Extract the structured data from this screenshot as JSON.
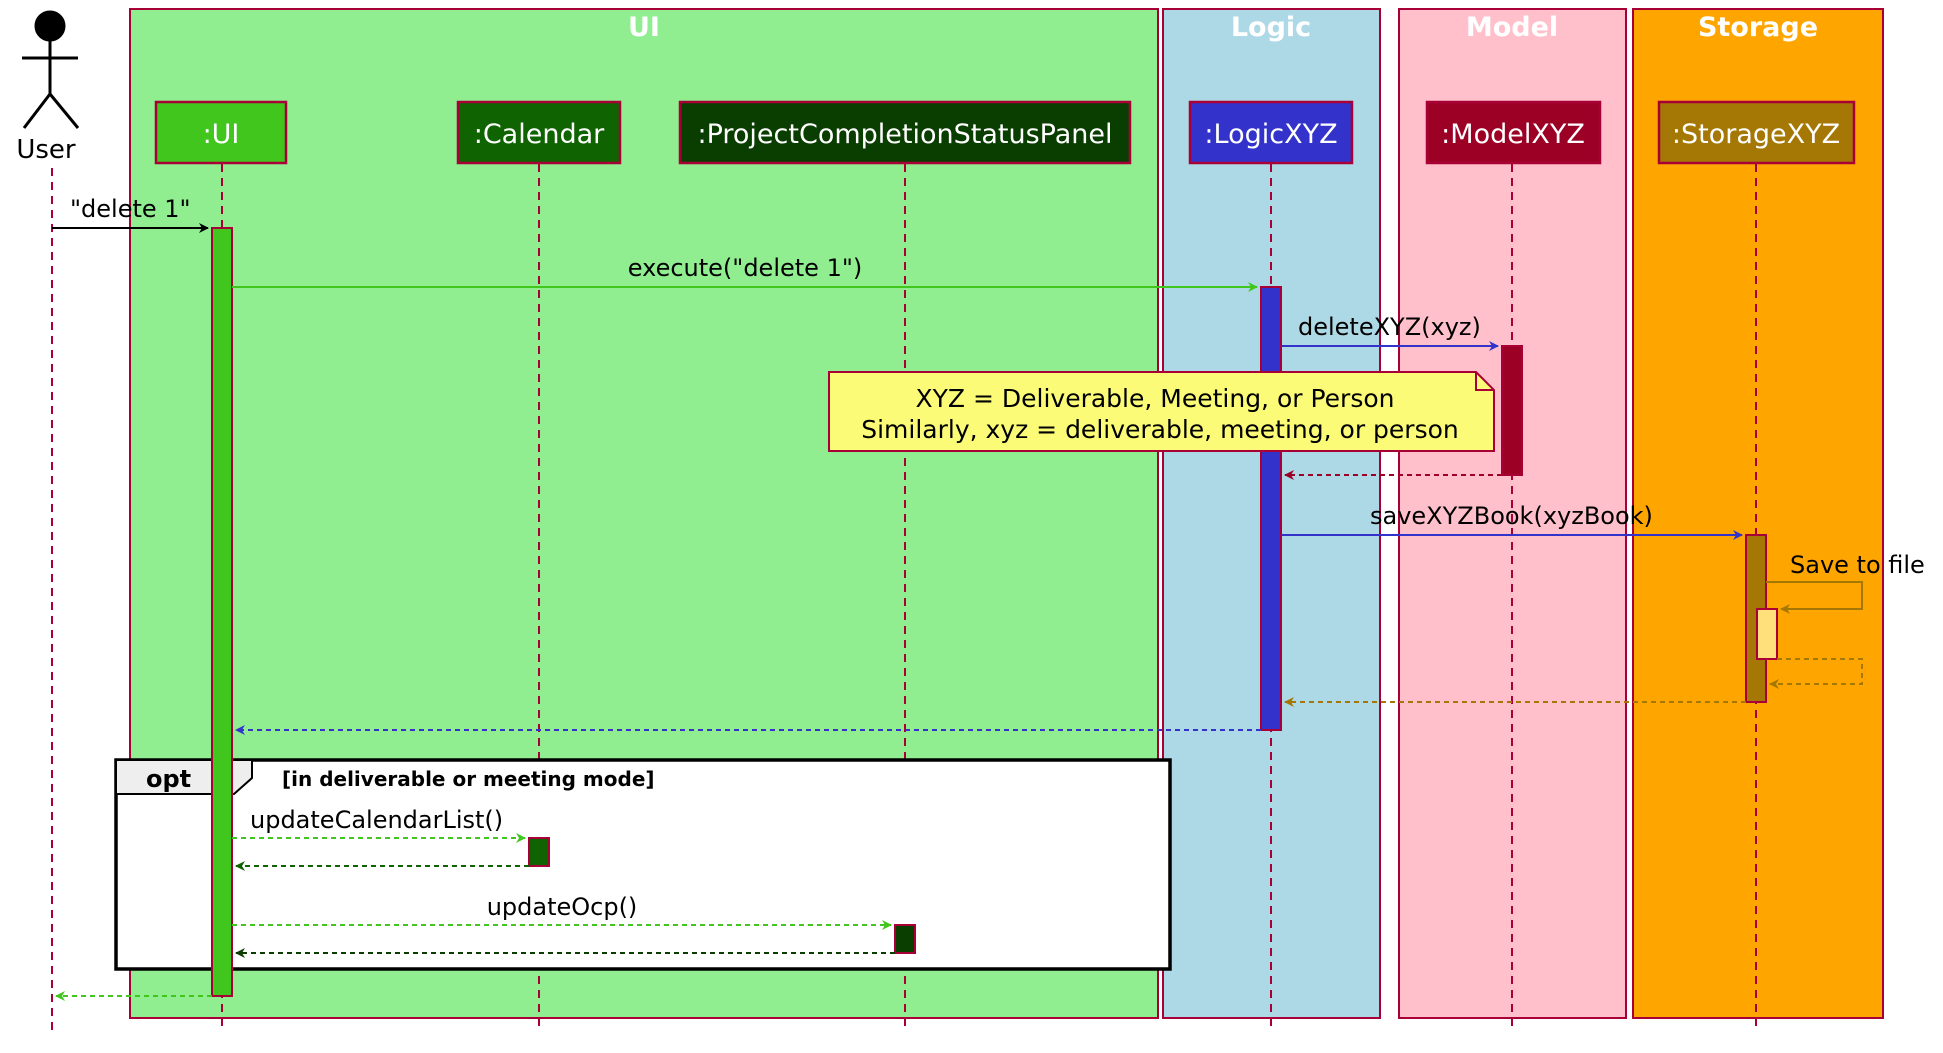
{
  "groups": [
    {
      "id": "ui",
      "title": "UI",
      "fill": "#90ee90"
    },
    {
      "id": "logic",
      "title": "Logic",
      "fill": "#add8e6"
    },
    {
      "id": "model",
      "title": "Model",
      "fill": "#ffc0cb"
    },
    {
      "id": "storage",
      "title": "Storage",
      "fill": "#ffa500"
    }
  ],
  "actor": {
    "label": "User"
  },
  "participants": [
    {
      "id": "ui",
      "label": ":UI",
      "fill": "#41c61d"
    },
    {
      "id": "calendar",
      "label": ":Calendar",
      "fill": "#0f6300"
    },
    {
      "id": "pcsp",
      "label": ":ProjectCompletionStatusPanel",
      "fill": "#0a3d00"
    },
    {
      "id": "logic",
      "label": ":LogicXYZ",
      "fill": "#3333cc"
    },
    {
      "id": "model",
      "label": ":ModelXYZ",
      "fill": "#9d0025"
    },
    {
      "id": "storage",
      "label": ":StorageXYZ",
      "fill": "#a57805"
    }
  ],
  "messages": [
    {
      "id": "m1",
      "label": "\"delete 1\"",
      "color": "#000000",
      "style": "solid"
    },
    {
      "id": "m2",
      "label": "execute(\"delete 1\")",
      "color": "#41c61d",
      "style": "solid"
    },
    {
      "id": "m3",
      "label": "deleteXYZ(xyz)",
      "color": "#3333cc",
      "style": "solid"
    },
    {
      "id": "m4",
      "label": "",
      "color": "#9d0025",
      "style": "dashed"
    },
    {
      "id": "m5",
      "label": "saveXYZBook(xyzBook)",
      "color": "#3333cc",
      "style": "solid"
    },
    {
      "id": "m6",
      "label": "Save to file",
      "color": "#a57805",
      "style": "solid"
    },
    {
      "id": "m7",
      "label": "",
      "color": "#a57805",
      "style": "dashed"
    },
    {
      "id": "m8",
      "label": "",
      "color": "#a57805",
      "style": "dashed"
    },
    {
      "id": "m9",
      "label": "",
      "color": "#3333cc",
      "style": "dashed"
    },
    {
      "id": "m10",
      "label": "updateCalendarList()",
      "color": "#41c61d",
      "style": "dashed"
    },
    {
      "id": "m11",
      "label": "",
      "color": "#0f6300",
      "style": "dashed"
    },
    {
      "id": "m12",
      "label": "updateOcp()",
      "color": "#41c61d",
      "style": "dashed"
    },
    {
      "id": "m13",
      "label": "",
      "color": "#0a3d00",
      "style": "dashed"
    },
    {
      "id": "m14",
      "label": "",
      "color": "#41c61d",
      "style": "dashed"
    }
  ],
  "note": {
    "lines": [
      "XYZ = Deliverable, Meeting, or Person",
      "Similarly, xyz = deliverable, meeting, or person"
    ],
    "fill": "#fbfb77"
  },
  "fragment": {
    "kind": "opt",
    "condition": "[in deliverable or meeting mode]"
  },
  "colors": {
    "border": "#a80036",
    "lifeline": "#a80036",
    "self_activation": "#ffe07a"
  }
}
